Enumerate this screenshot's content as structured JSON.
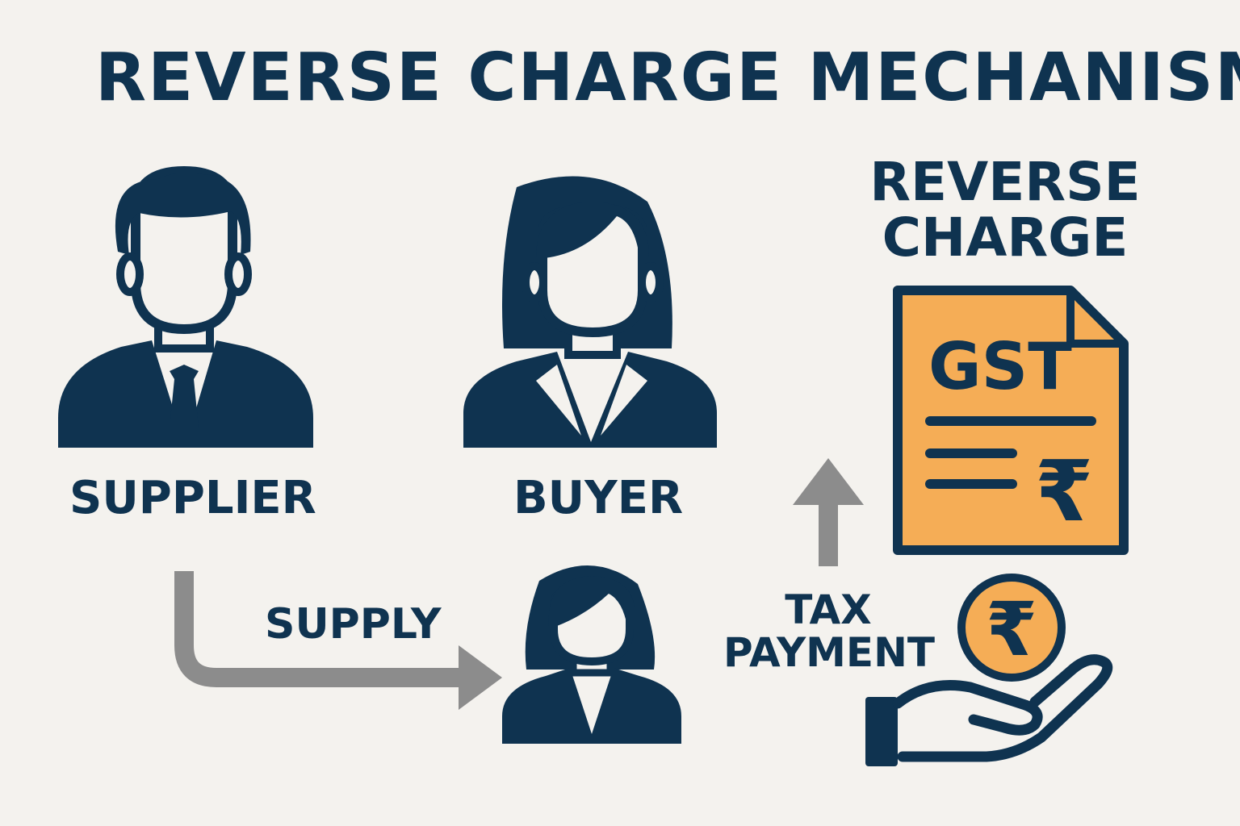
{
  "title": "REVERSE CHARGE MECHANISM",
  "supplier": {
    "label": "SUPPLIER"
  },
  "buyer": {
    "label": "BUYER"
  },
  "supply": {
    "label": "SUPPLY"
  },
  "reverse_charge": {
    "line1": "REVERSE",
    "line2": "CHARGE"
  },
  "gst_document": {
    "title": "GST",
    "currency_symbol": "₹"
  },
  "tax_payment": {
    "line1": "TAX",
    "line2": "PAYMENT"
  },
  "coin": {
    "currency_symbol": "₹"
  },
  "colors": {
    "background": "#f4f2ee",
    "navy": "#0f3350",
    "arrow_gray": "#8c8c8c",
    "accent_orange": "#f5ad56"
  }
}
